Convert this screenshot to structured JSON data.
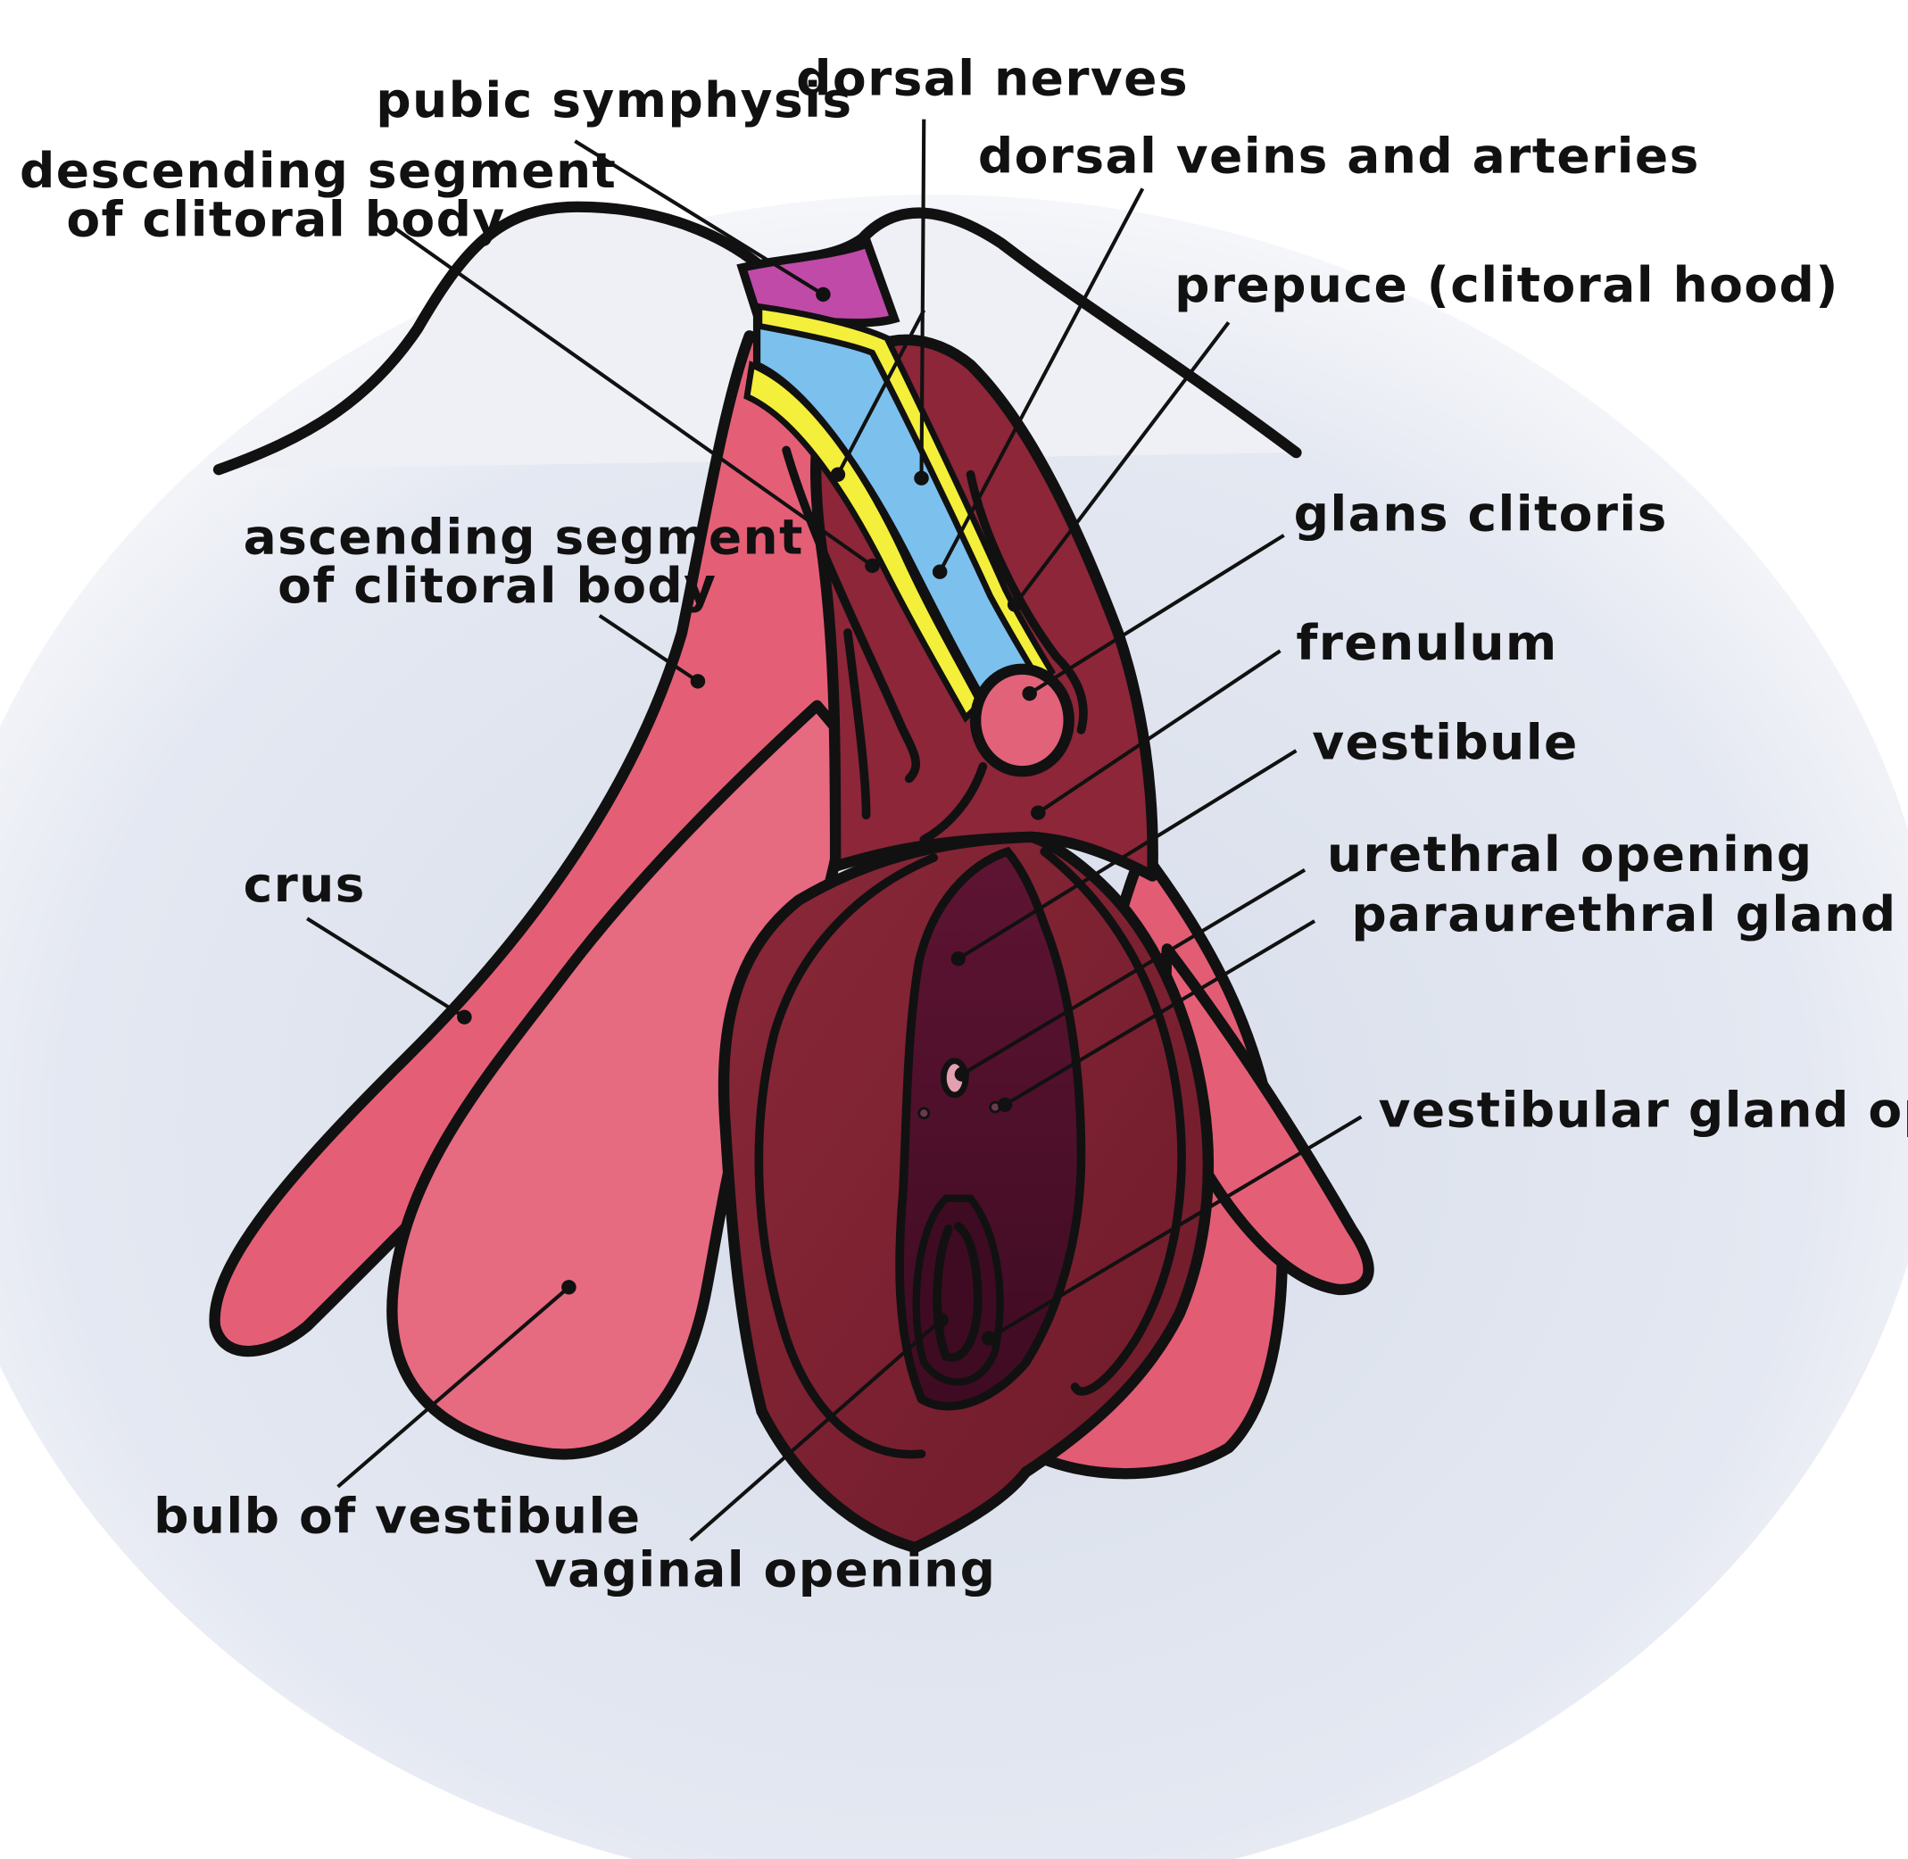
{
  "labels": {
    "pubic_symphysis": "pubic symphysis",
    "dorsal_nerves": "dorsal nerves",
    "dorsal_veins_arteries": "dorsal veins and arteries",
    "descending_line1": "descending segment",
    "descending_line2": "of clitoral body",
    "prepuce": "prepuce (clitoral hood)",
    "glans": "glans clitoris",
    "ascending_line1": "ascending segment",
    "ascending_line2": "of clitoral body",
    "frenulum": "frenulum",
    "vestibule": "vestibule",
    "urethral_opening": "urethral opening",
    "paraurethral": "paraurethral gland openings",
    "crus": "crus",
    "vestibular_gland": "vestibular gland openings",
    "bulb": "bulb of vestibule",
    "vaginal_opening": "vaginal opening"
  },
  "colors": {
    "tissue_pink": "#e45f76",
    "tissue_pink_light": "#ec7088",
    "hood_maroon": "#8c2638",
    "labia_maroon": "#7d2130",
    "vestibule_dark": "#5a1230",
    "opening_dark": "#3e0b22",
    "pubic_purple": "#c04aa8",
    "nerve_yellow": "#f4ef3a",
    "vessel_blue": "#7cc0ee",
    "background_wash": "#dfe4f0",
    "outline": "#111111"
  }
}
